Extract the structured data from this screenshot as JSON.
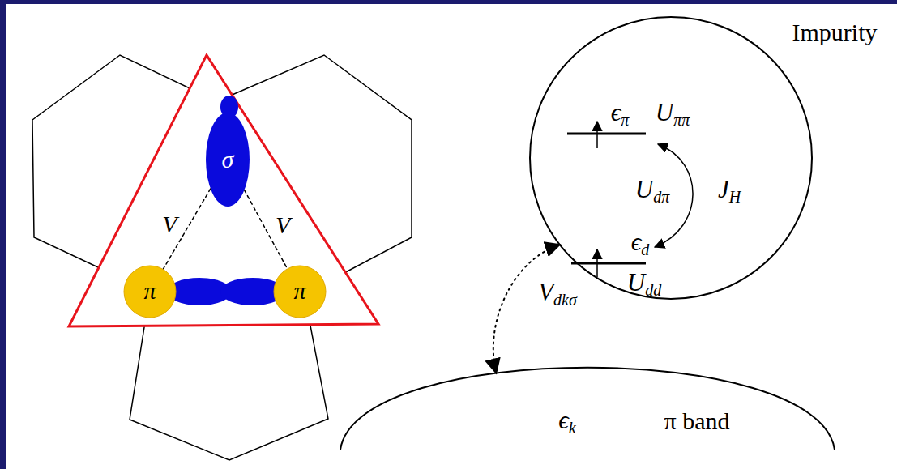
{
  "diagram": {
    "nodes": [
      {
        "text": [
          "σ"
        ]
      },
      {
        "text": [
          "π"
        ]
      },
      {
        "text": [
          "π"
        ]
      },
      {
        "text": [
          "Impurity",
          "ϵπ",
          "Uππ",
          "Udπ",
          "JH",
          "ϵd",
          "Udd",
          "Vdkσ"
        ]
      },
      {
        "text": [
          "ϵk",
          "π band"
        ]
      }
    ],
    "edges": [
      {
        "from": 0,
        "to": 1,
        "arrow": "none",
        "label": "V"
      },
      {
        "from": 0,
        "to": 2,
        "arrow": "none",
        "label": "V"
      },
      {
        "from": 3,
        "to": 4,
        "arrow": "both"
      }
    ]
  }
}
